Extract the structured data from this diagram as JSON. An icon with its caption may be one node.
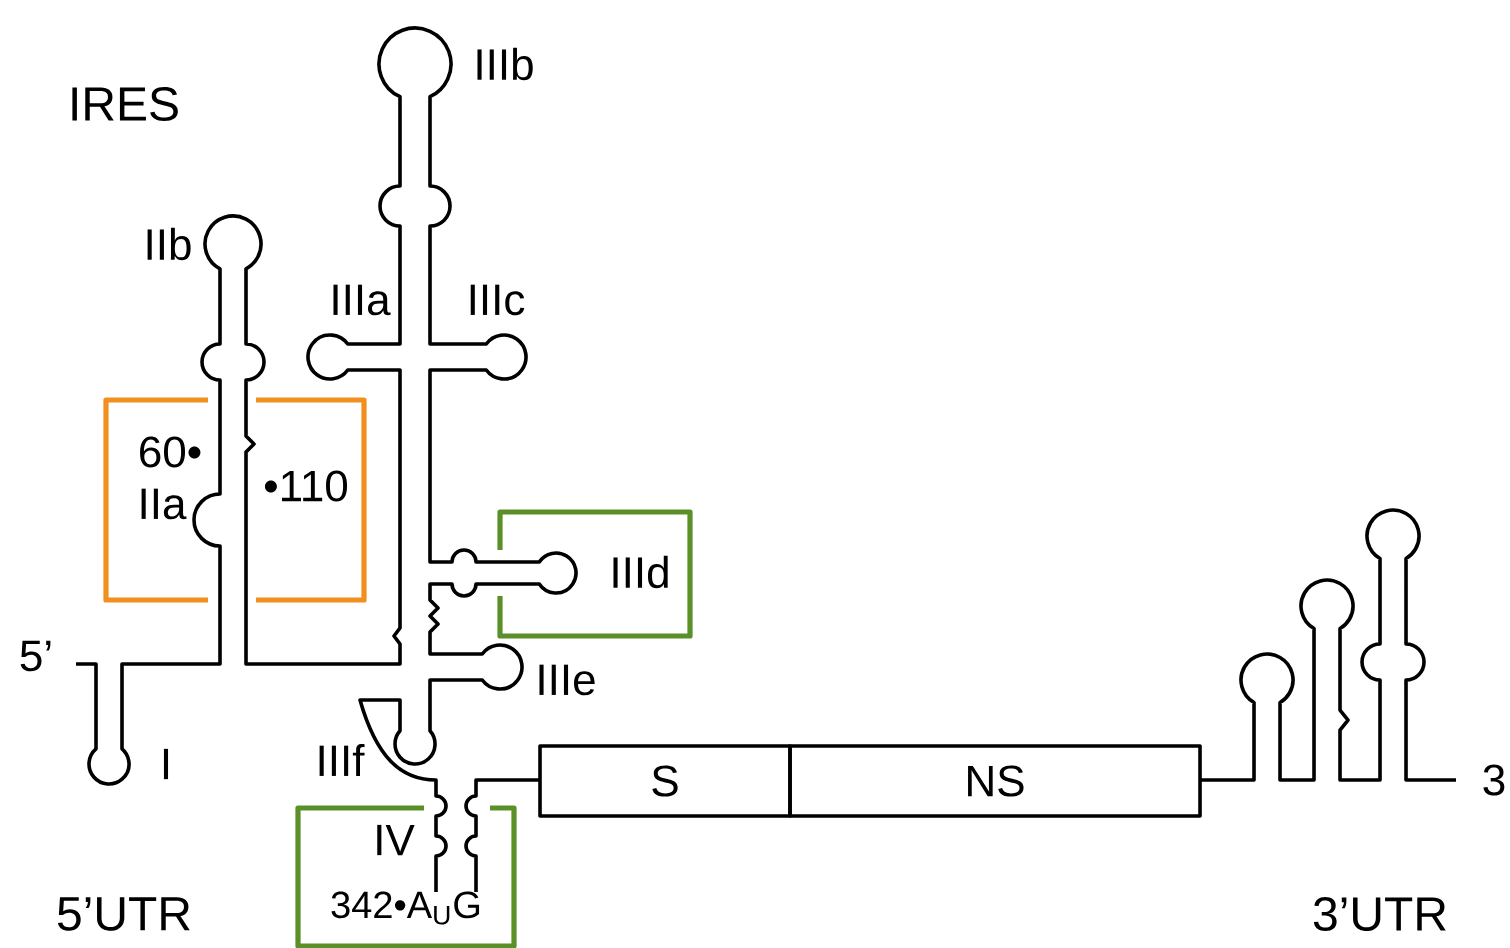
{
  "diagram": {
    "nodes": [
      {
        "text": [
          "60•",
          "IIa",
          "•110"
        ]
      },
      {
        "text": [
          "IIId"
        ]
      },
      {
        "text": [
          "S"
        ]
      },
      {
        "text": [
          "NS"
        ]
      },
      {
        "text": [
          "IV",
          "342•A$_{U}$G"
        ]
      }
    ],
    "labels": [
      "IIIb",
      "IRES",
      "IIb",
      "IIIa",
      "IIIc",
      "5’",
      "IIIe",
      "IIIf",
      "I",
      "3",
      "5’UTR",
      "3’UTR"
    ]
  }
}
